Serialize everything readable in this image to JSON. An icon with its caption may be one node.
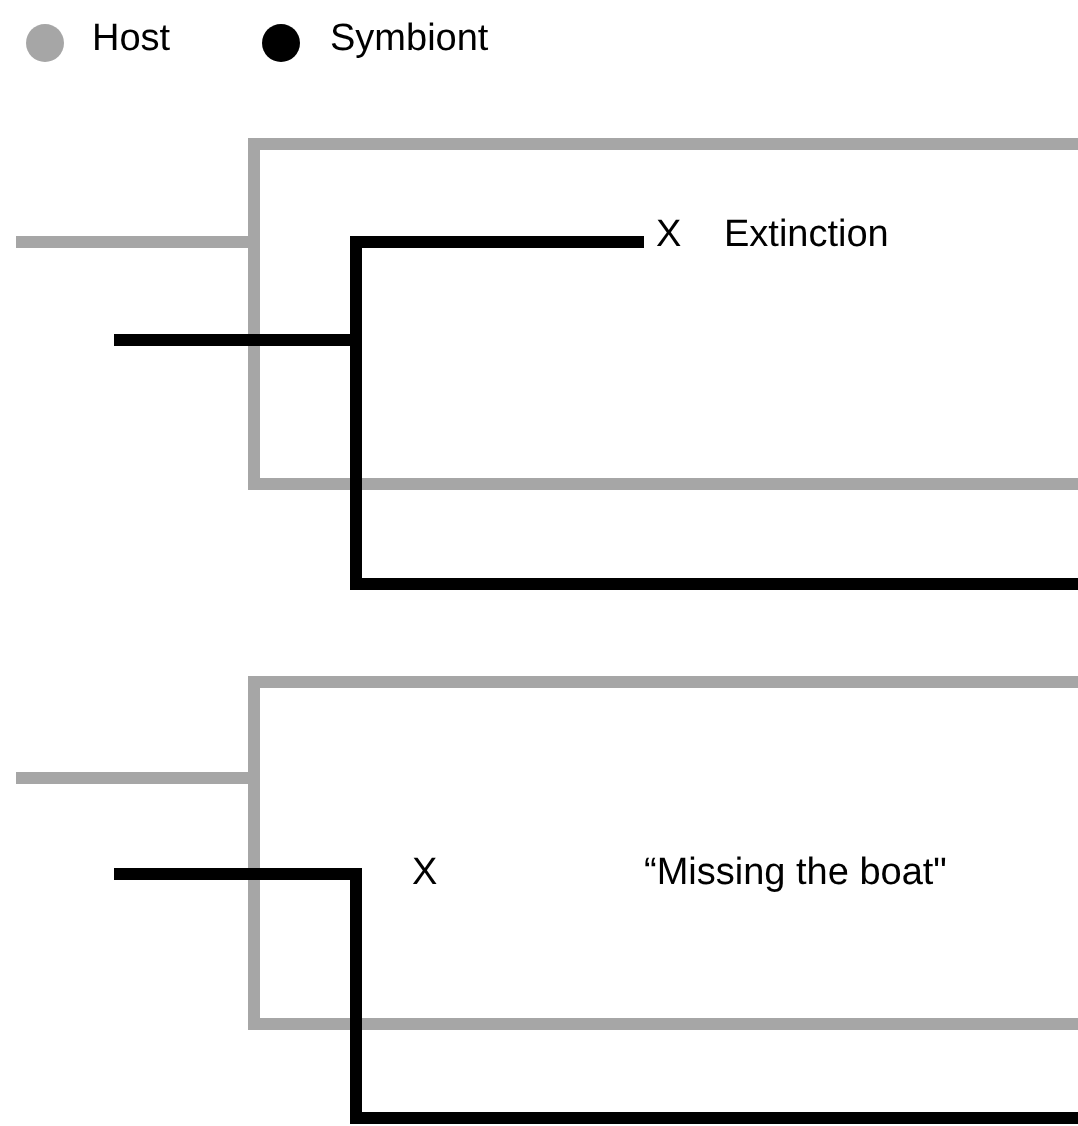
{
  "diagram": {
    "labels": [
      "X",
      "Extinction",
      "X",
      "“Missing the boat\""
    ],
    "legend": [
      {
        "text": "Host",
        "color": "#a6a6a6"
      },
      {
        "text": "Symbiont",
        "color": "#000000"
      }
    ]
  }
}
